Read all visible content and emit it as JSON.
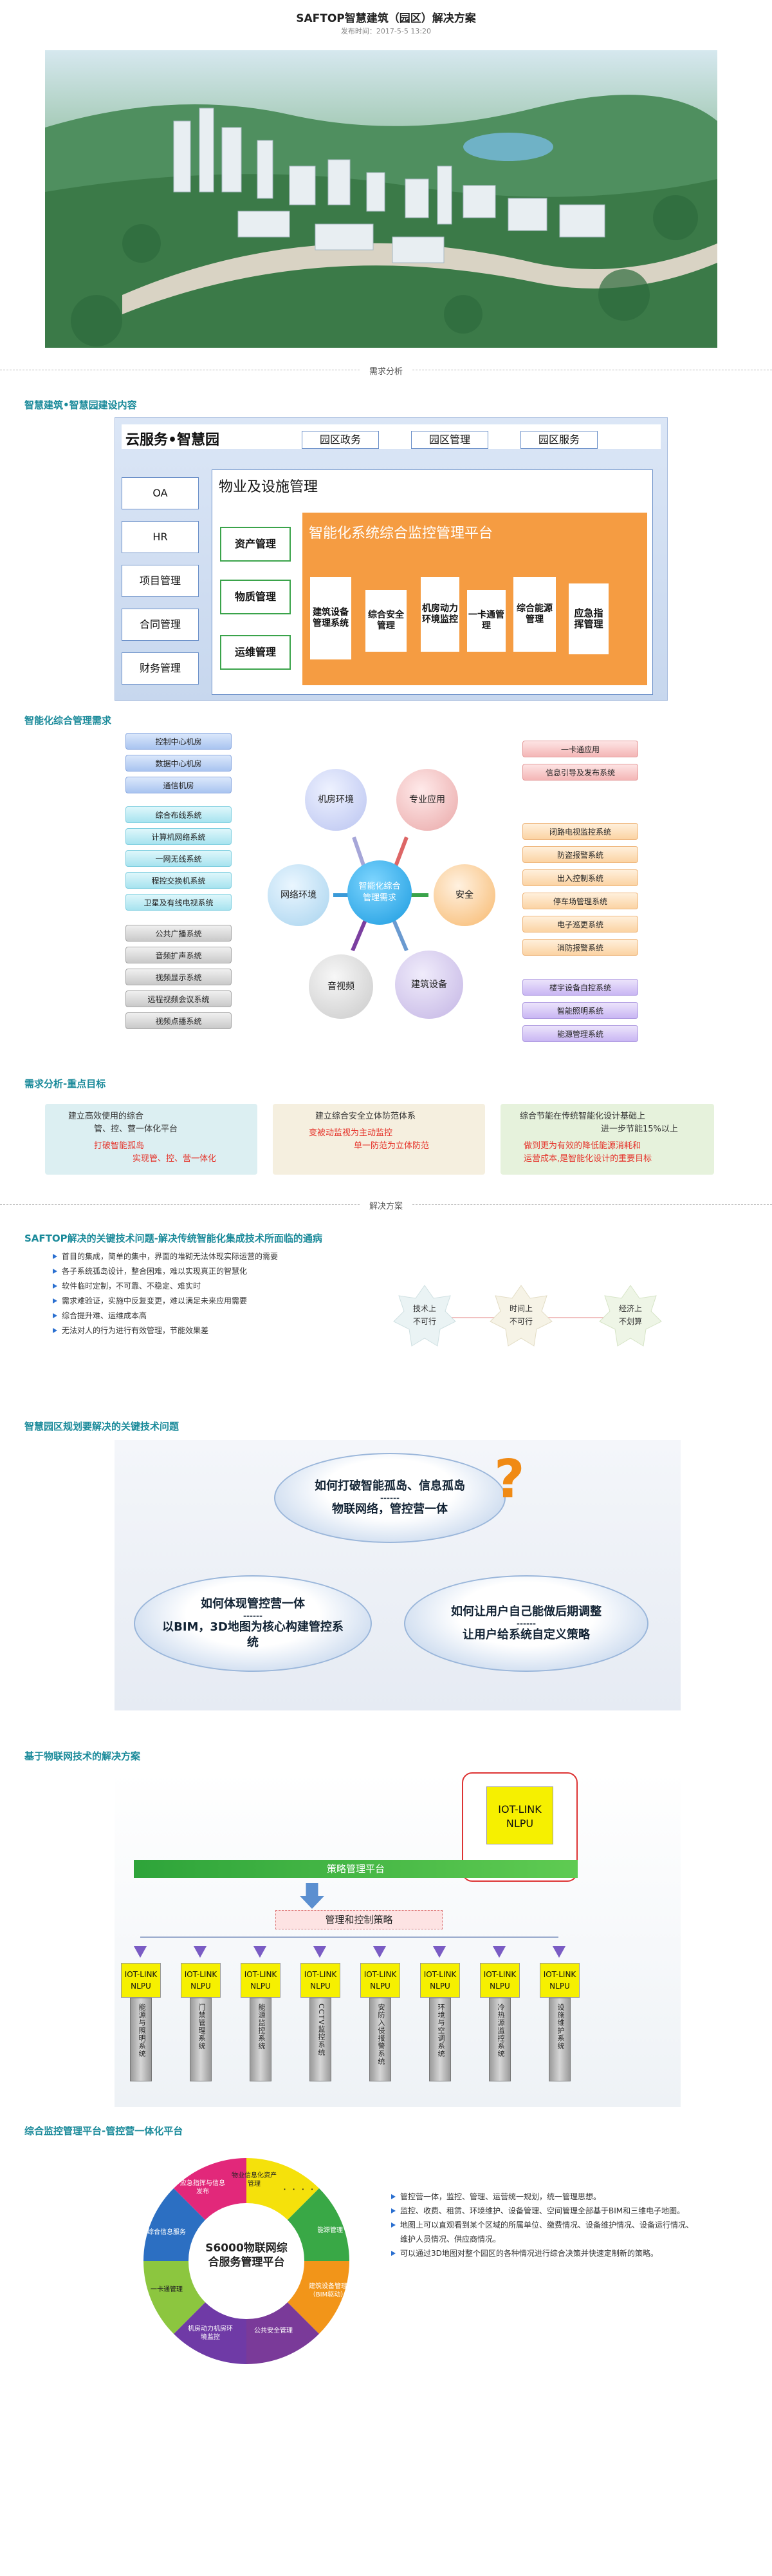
{
  "header": {
    "title": "SAFTOP智慧建筑（园区）解决方案",
    "date": "发布时间：2017-5-5 13:20"
  },
  "dividers": {
    "needs": "需求分析",
    "solution": "解决方案"
  },
  "sections": {
    "s1": "智慧建筑•智慧园建设内容",
    "s2": "智能化综合管理需求",
    "s3": "需求分析-重点目标",
    "s4": "SAFTOP解决的关键技术问题-解决传统智能化集成技术所面临的通病",
    "s5": "智慧园区规划要解决的关键技术问题",
    "s6": "基于物联网技术的解决方案",
    "s7": "综合监控管理平台-管控营一体化平台"
  },
  "cloud": {
    "title": "云服务•智慧园",
    "tabs": [
      "园区政务",
      "园区管理",
      "园区服务"
    ],
    "left": [
      "OA",
      "HR",
      "项目管理",
      "合同管理",
      "财务管理"
    ],
    "property_title": "物业及设施管理",
    "green": [
      "资产管理",
      "物质管理",
      "运维管理"
    ],
    "platform_title": "智能化系统综合监控管理平台",
    "sub": [
      "建筑设备管理系统",
      "综合安全管理",
      "机房动力环境监控",
      "一卡通管理",
      "综合能源管理",
      "应急指挥管理"
    ]
  },
  "needs": {
    "left_blue": [
      "控制中心机房",
      "数据中心机房",
      "通信机房"
    ],
    "left_cyan": [
      "综合布线系统",
      "计算机网络系统",
      "一网无线系统",
      "程控交换机系统",
      "卫星及有线电视系统"
    ],
    "left_gray": [
      "公共广播系统",
      "音频扩声系统",
      "视频显示系统",
      "远程视频会议系统",
      "视频点播系统"
    ],
    "right_red": [
      "一卡通应用",
      "信息引导及发布系统"
    ],
    "right_orange": [
      "闭路电视监控系统",
      "防盗报警系统",
      "出入控制系统",
      "停车场管理系统",
      "电子巡更系统",
      "消防报警系统"
    ],
    "right_purple": [
      "楼宇设备自控系统",
      "智能照明系统",
      "能源管理系统"
    ],
    "center": "智能化综合管理需求",
    "circles": [
      "机房环境",
      "专业应用",
      "网络环境",
      "安全",
      "音视频",
      "建筑设备"
    ]
  },
  "goals": [
    {
      "line1": "建立高效使用的综合",
      "line2": "管、控、营一体化平台",
      "red1": "打破智能孤岛",
      "red2": "实现管、控、营一体化"
    },
    {
      "line1": "建立综合安全立体防范体系",
      "line2": "",
      "red1": "变被动监视为主动监控",
      "red2": "单一防范为立体防范"
    },
    {
      "line1": "综合节能在传统智能化设计基础上",
      "line2": "进一步节能15%以上",
      "red1": "做到更为有效的降低能源消耗和",
      "red2": "运营成本,是智能化设计的重要目标"
    }
  ],
  "problems": [
    "首目的集成，简单的集中，界面的堆砌无法体现实际运营的需要",
    "各子系统孤岛设计，整合困难，难以实现真正的智慧化",
    "软件临时定制，不可靠、不稳定、难实时",
    "需求难验证，实施中反复变更，难以满足未来应用需要",
    "综合提升难、运维成本高",
    "无法对人的行为进行有效管理，节能效果差"
  ],
  "stars": [
    [
      "技术上",
      "不可行"
    ],
    [
      "时间上",
      "不可行"
    ],
    [
      "经济上",
      "不划算"
    ]
  ],
  "ovals": [
    {
      "t1": "如何打破智能孤岛、信息孤岛",
      "sep": "------",
      "t2": "物联网络，管控营一体"
    },
    {
      "t1": "如何体现管控营一体",
      "sep": "------",
      "t2": "以BIM，3D地图为核心构建管控系统"
    },
    {
      "t1": "如何让用户自己能做后期调整",
      "sep": "------",
      "t2": "让用户给系统自定义策略"
    }
  ],
  "iot": {
    "callout": [
      "IOT-LINK",
      "NLPU"
    ],
    "bar": "策略管理平台",
    "policy": "管理和控制策略",
    "node": [
      "IOT-LINK",
      "NLPU"
    ],
    "systems": [
      "能源与照明系统",
      "门禁管理系统",
      "能源监控系统",
      "CCTV监控系统",
      "安防入侵报警系统",
      "环境与空调系统",
      "冷热源监控系统",
      "设施维护系统"
    ]
  },
  "ring": {
    "center": [
      "S6000物联网综",
      "合服务管理平台"
    ],
    "segments": [
      "物业信息化资产管理",
      "能源管理",
      "建筑设备管理（BIM驱动）",
      "公共安全管理",
      "机房动力机房环境监控",
      "一卡通管理",
      "综合信息服务",
      "应急指挥与信息发布"
    ],
    "dots": "· · · ·"
  },
  "features": [
    "管控营一体，监控、管理、运营统一规划，统一管理思想。",
    "监控、收费、租赁、环境维护、设备管理、空间管理全部基于BIM和三维电子地图。",
    "地图上可以直观看到某个区域的所属单位、缴费情况、设备维护情况、设备运行情况、维护人员情况、供应商情况。",
    "可以通过3D地图对整个园区的各种情况进行综合决策并快速定制新的策略。"
  ],
  "colors": {
    "accent": "#1a8a9a",
    "orange": "#f59c42",
    "green": "#3aa34a",
    "red": "#e5342b"
  }
}
